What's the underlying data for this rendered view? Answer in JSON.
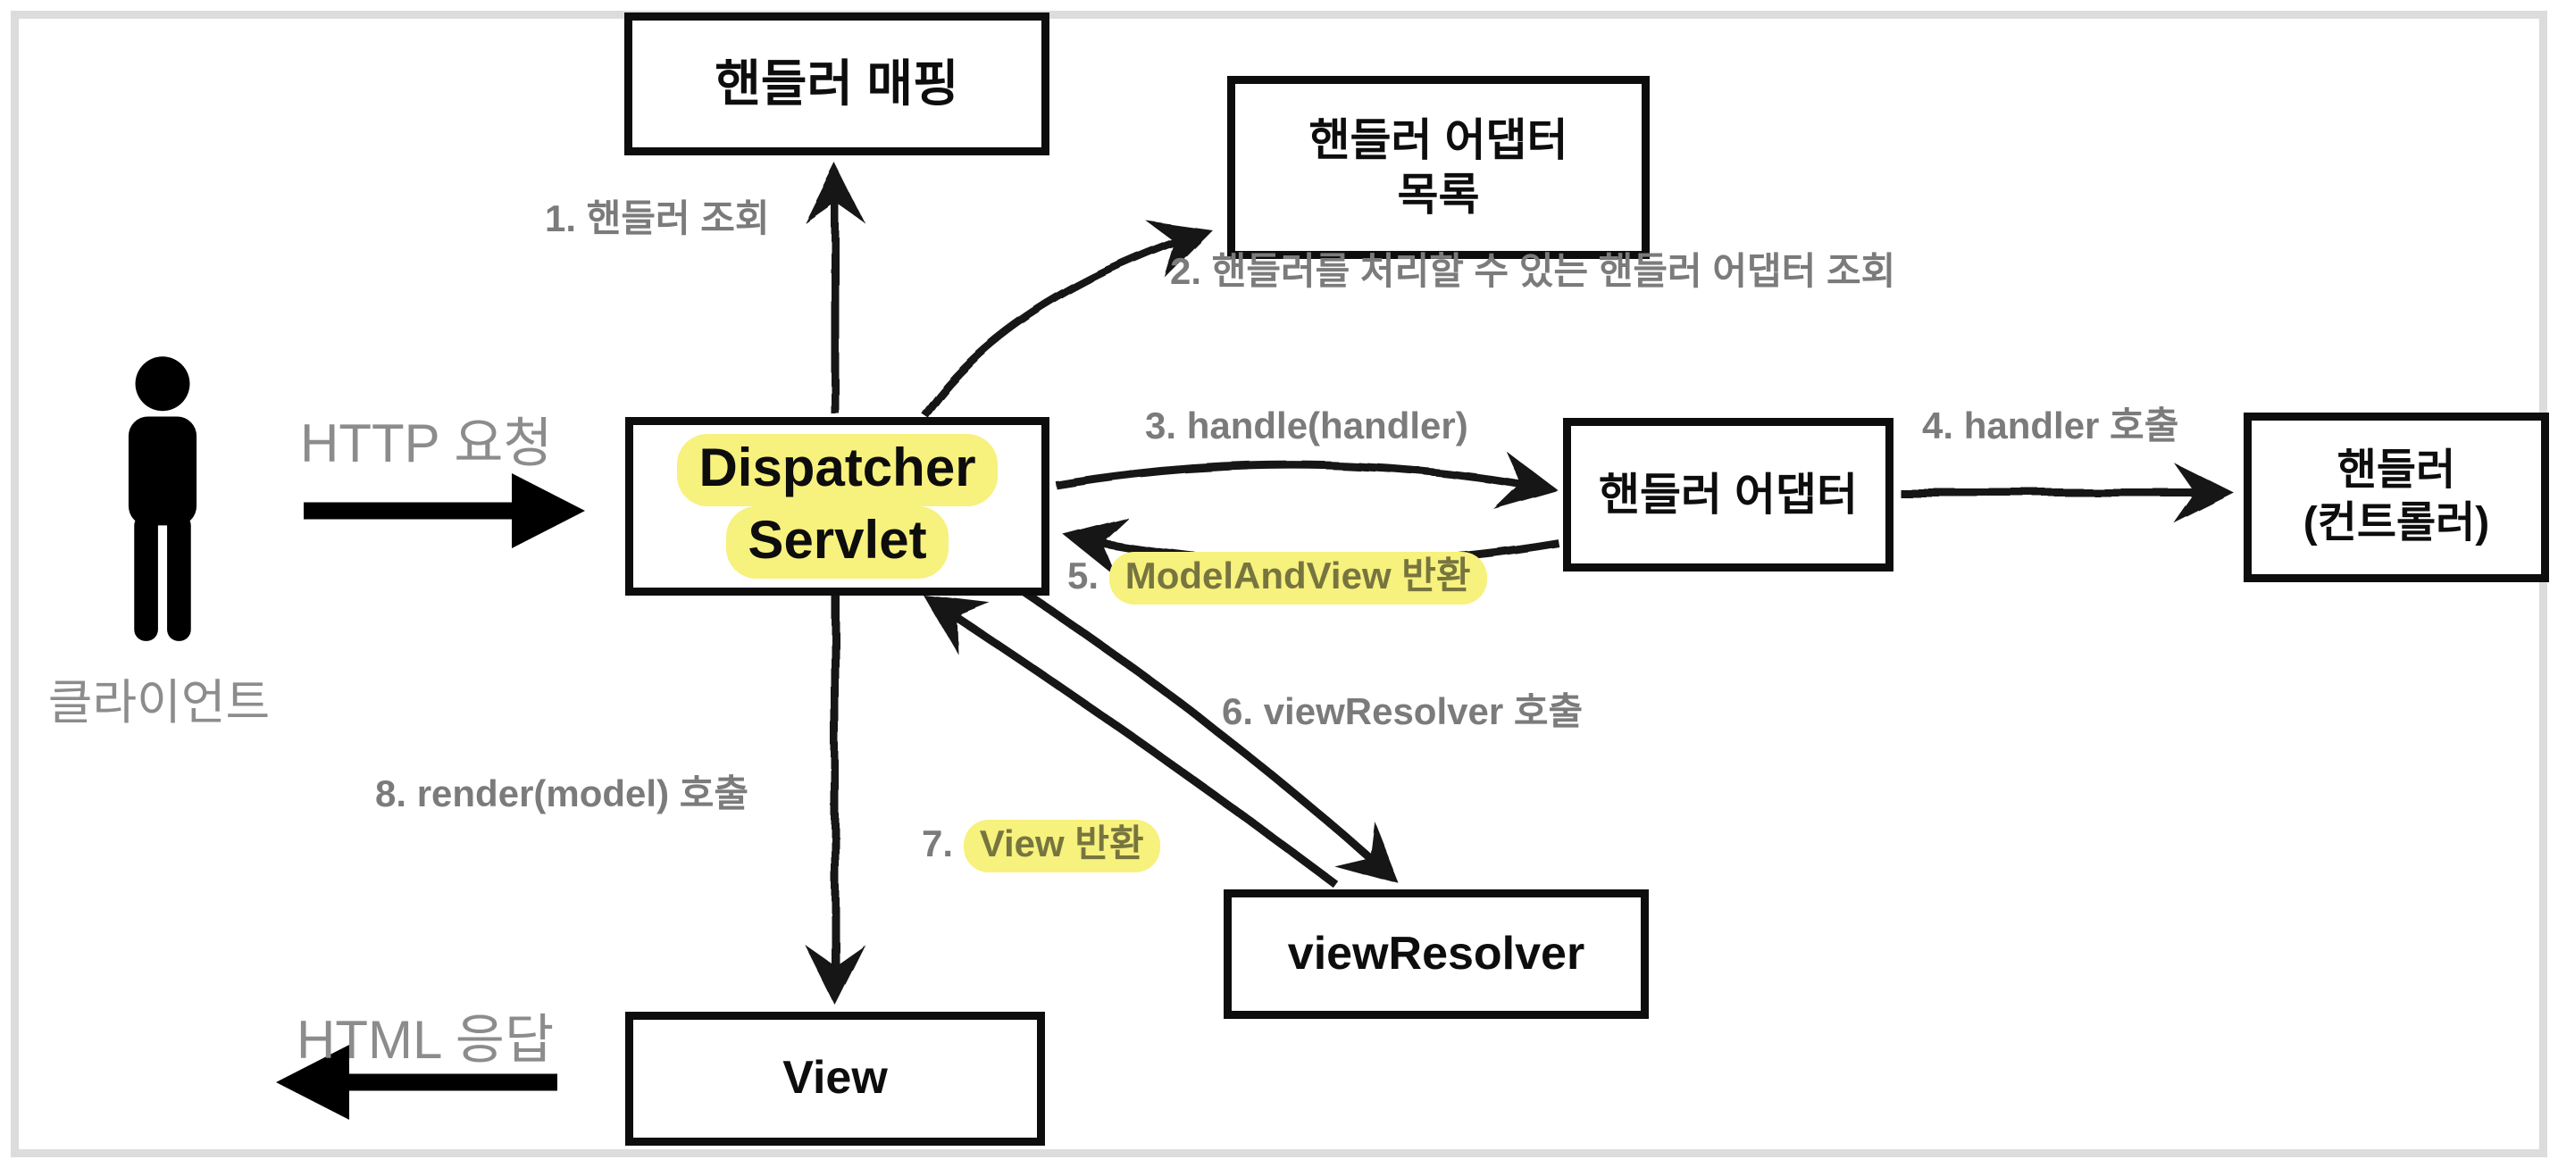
{
  "diagram": {
    "nodes": {
      "handler_mapping": {
        "label": "핸들러 매핑"
      },
      "handler_adapter_list": {
        "line1": "핸들러 어댑터",
        "line2": "목록"
      },
      "dispatcher_servlet": {
        "line1": "Dispatcher",
        "line2": "Servlet"
      },
      "handler_adapter": {
        "label": "핸들러 어댑터"
      },
      "handler_controller": {
        "line1": "핸들러",
        "line2": "(컨트롤러)"
      },
      "view_resolver": {
        "label": "viewResolver"
      },
      "view": {
        "label": "View"
      }
    },
    "client": {
      "label": "클라이언트",
      "icon": "person-icon"
    },
    "flows": {
      "http_request": "HTTP 요청",
      "html_response": "HTML 응답",
      "step1": "1. 핸들러 조회",
      "step2": "2. 핸들러를 처리할 수 있는 핸들러 어댑터 조회",
      "step3": "3. handle(handler)",
      "step4": "4. handler 호출",
      "step5_prefix": "5.",
      "step5_highlighted": "ModelAndView 반환",
      "step6": "6. viewResolver 호출",
      "step7_prefix": "7.",
      "step7_highlighted": "View 반환",
      "step8": "8. render(model) 호출"
    },
    "colors": {
      "highlight_yellow": "#f7f17e",
      "step_label_gray": "#7b7b7b",
      "muted_text_gray": "#8c8c8c",
      "box_border_black": "#0d0d0d",
      "frame_border_gray": "#dcdcdc",
      "arrow_black": "#141414"
    }
  }
}
